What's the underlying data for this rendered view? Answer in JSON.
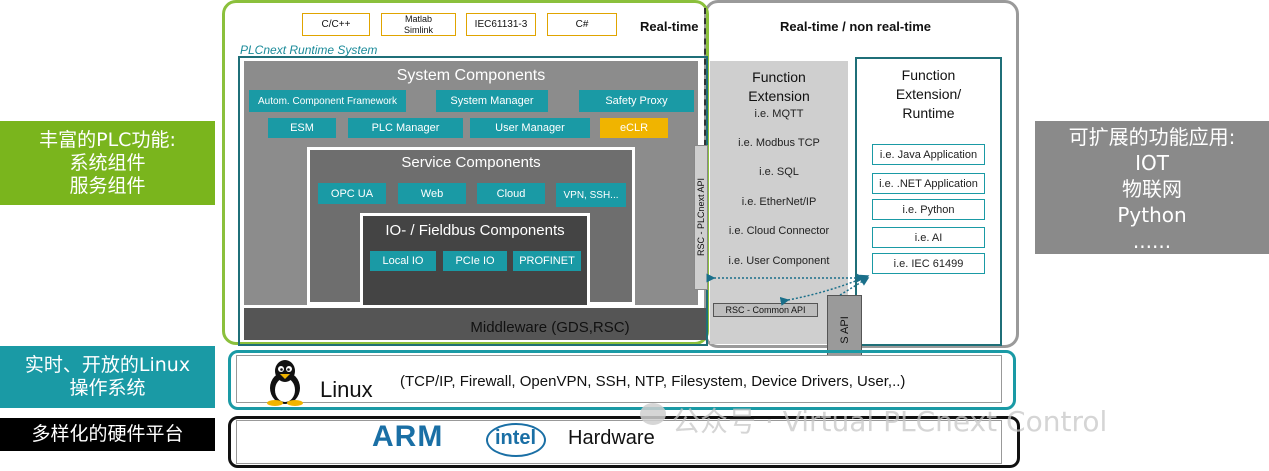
{
  "languages": [
    "C/C++",
    "Matlab\nSimlink",
    "IEC61131-3",
    "C#"
  ],
  "realtime_label": "Real-time",
  "nonrealtime_label": "Real-time / non real-time",
  "runtime_system_label": "PLCnext Runtime System",
  "system_components": {
    "title": "System Components",
    "row1": [
      "Autom. Component Framework",
      "System Manager",
      "Safety Proxy"
    ],
    "row2": [
      "ESM",
      "PLC Manager",
      "User Manager",
      "eCLR"
    ]
  },
  "service_components": {
    "title": "Service Components",
    "items": [
      "OPC UA",
      "Web",
      "Cloud",
      "VPN, SSH..."
    ]
  },
  "io_components": {
    "title": "IO- / Fieldbus Components",
    "items": [
      "Local IO",
      "PCIe IO",
      "PROFINET"
    ]
  },
  "middleware_label": "Middleware (GDS,RSC)",
  "rsc_plcnext_api": "RSC - PLCnext API",
  "function_extension": {
    "title": "Function\nExtension",
    "items": [
      "i.e. MQTT",
      "i.e. Modbus TCP",
      "i.e. SQL",
      "i.e. EtherNet/IP",
      "i.e. Cloud Connector",
      "i.e. User Component"
    ],
    "rsc_common_api": "RSC - Common API"
  },
  "function_runtime": {
    "title": "Function\nExtension/\nRuntime",
    "items": [
      "i.e. Java Application",
      "i.e. .NET Application",
      "i.e. Python",
      "i.e. AI",
      "i.e. IEC 61499"
    ]
  },
  "os_api_label": "S API",
  "left_labels": {
    "plc": "丰富的PLC功能:\n系统组件\n服务组件",
    "linux": "实时、开放的Linux\n操作系统",
    "hardware": "多样化的硬件平台"
  },
  "right_label": "可扩展的功能应用:\nIOT\n物联网\nPython\n......",
  "linux": {
    "name": "Linux",
    "details": "(TCP/IP, Firewall, OpenVPN, SSH, NTP, Filesystem, Device Drivers, User,..)"
  },
  "hardware": {
    "arm": "ARM",
    "intel": "intel",
    "label": "Hardware"
  },
  "watermark": "公众号 · Virtual PLCnext Control",
  "colors": {
    "green": "#8bc03c",
    "teal": "#1a9aa5",
    "dark_teal": "#1f6f78",
    "gray_block": "#8c8c8c",
    "dark_gray": "#555555",
    "label_green": "#7ab51d",
    "label_gray": "#8a8a8a",
    "eclr_orange": "#f0b400"
  }
}
